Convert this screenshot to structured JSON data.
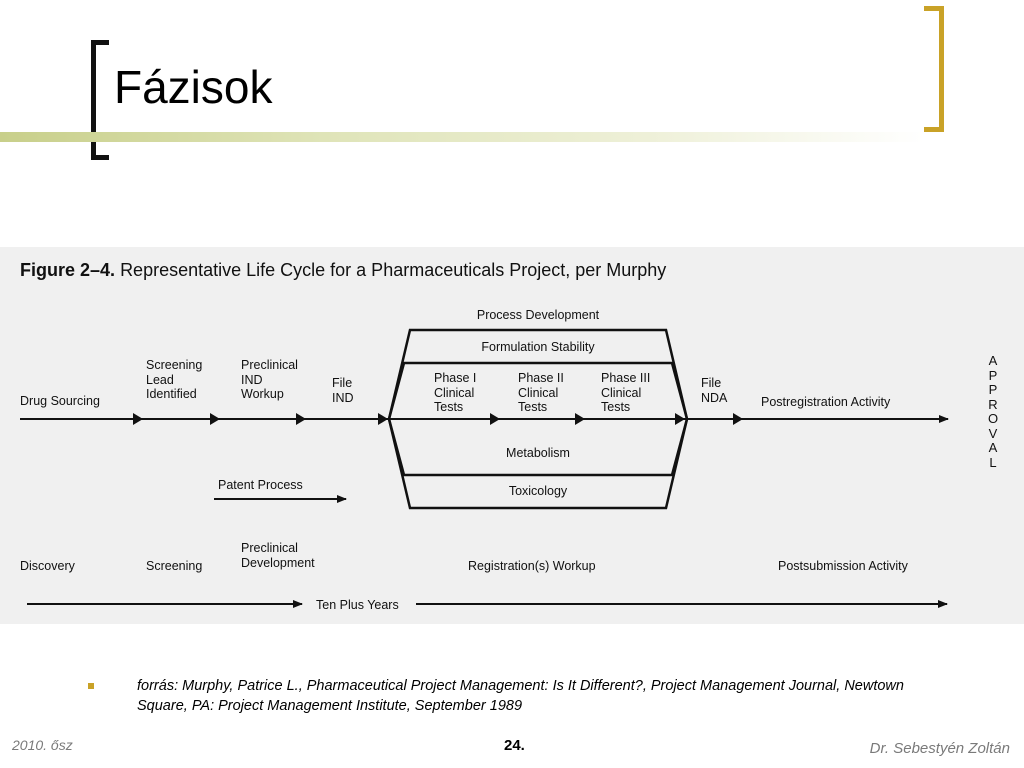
{
  "slide": {
    "title": "Fázisok",
    "source_text": "forrás: Murphy, Patrice L., Pharmaceutical Project Management: Is It Different?, Project Management Journal, Newtown Square, PA: Project Management Institute, September 1989",
    "footer_left": "2010. ősz",
    "footer_center": "24.",
    "footer_right": "Dr. Sebestyén Zoltán",
    "accent_color": "#c9a227"
  },
  "figure": {
    "caption_number": "Figure 2–4.",
    "caption_text": "Representative Life Cycle for a Pharmaceuticals Project, per Murphy",
    "labels": {
      "drug_sourcing": "Drug Sourcing",
      "screening_lead": "Screening\nLead\nIdentified",
      "preclinical_ind": "Preclinical\nIND\nWorkup",
      "file_ind": "File\nIND",
      "process_development": "Process Development",
      "formulation_stability": "Formulation Stability",
      "phase1": "Phase I\nClinical\nTests",
      "phase2": "Phase II\nClinical\nTests",
      "phase3": "Phase III\nClinical\nTests",
      "metabolism": "Metabolism",
      "toxicology": "Toxicology",
      "file_nda": "File\nNDA",
      "postregistration": "Postregistration Activity",
      "approval": "APPROVAL",
      "patent_process": "Patent Process",
      "discovery": "Discovery",
      "screening": "Screening",
      "preclinical_development": "Preclinical\nDevelopment",
      "registration_workup": "Registration(s) Workup",
      "postsubmission": "Postsubmission Activity",
      "ten_plus_years": "Ten Plus Years"
    }
  }
}
